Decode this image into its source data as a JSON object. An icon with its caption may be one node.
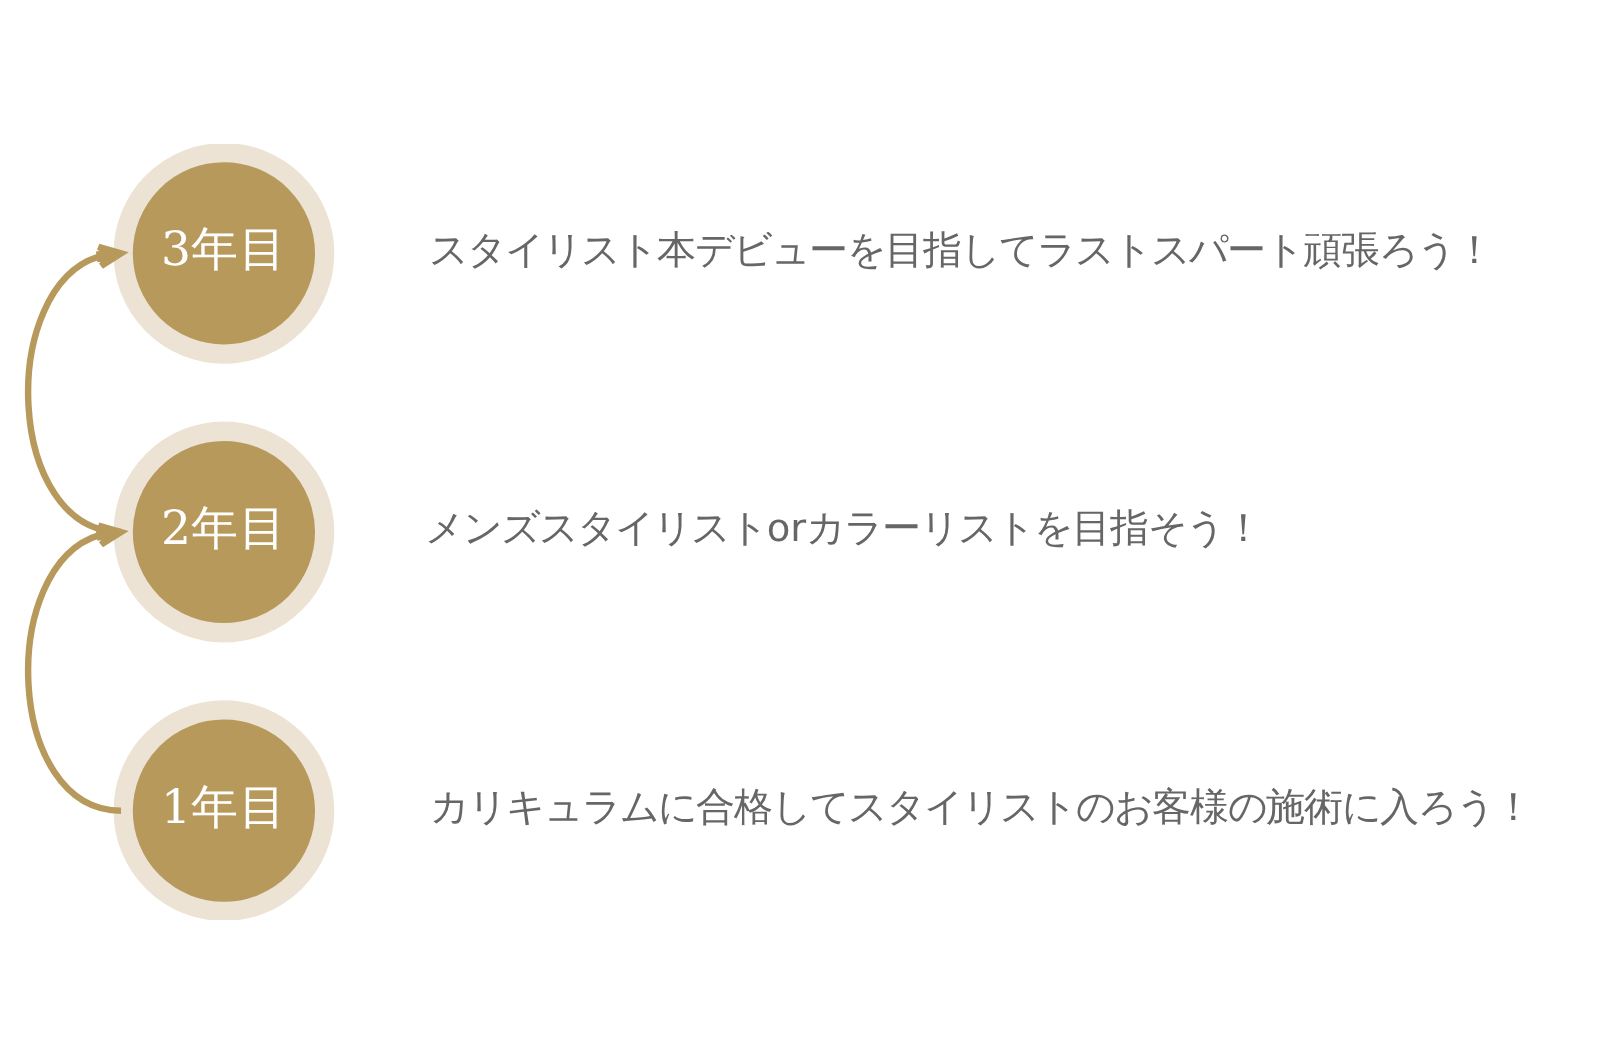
{
  "diagram": {
    "nodes": [
      {
        "text": [
          "3年目"
        ],
        "beside": [
          "スタイリスト本デビューを目指してラストスパート頑張ろう！"
        ]
      },
      {
        "text": [
          "2年目"
        ],
        "beside": [
          "メンズスタイリストorカラーリストを目指そう！"
        ]
      },
      {
        "text": [
          "1年目"
        ],
        "beside": [
          "カリキュラムに合格してスタイリストのお客様の施術に入ろう！"
        ]
      }
    ],
    "edges": [
      {
        "from": 2,
        "to": 1,
        "arrow": "to"
      },
      {
        "from": 1,
        "to": 0,
        "arrow": "to"
      }
    ]
  }
}
